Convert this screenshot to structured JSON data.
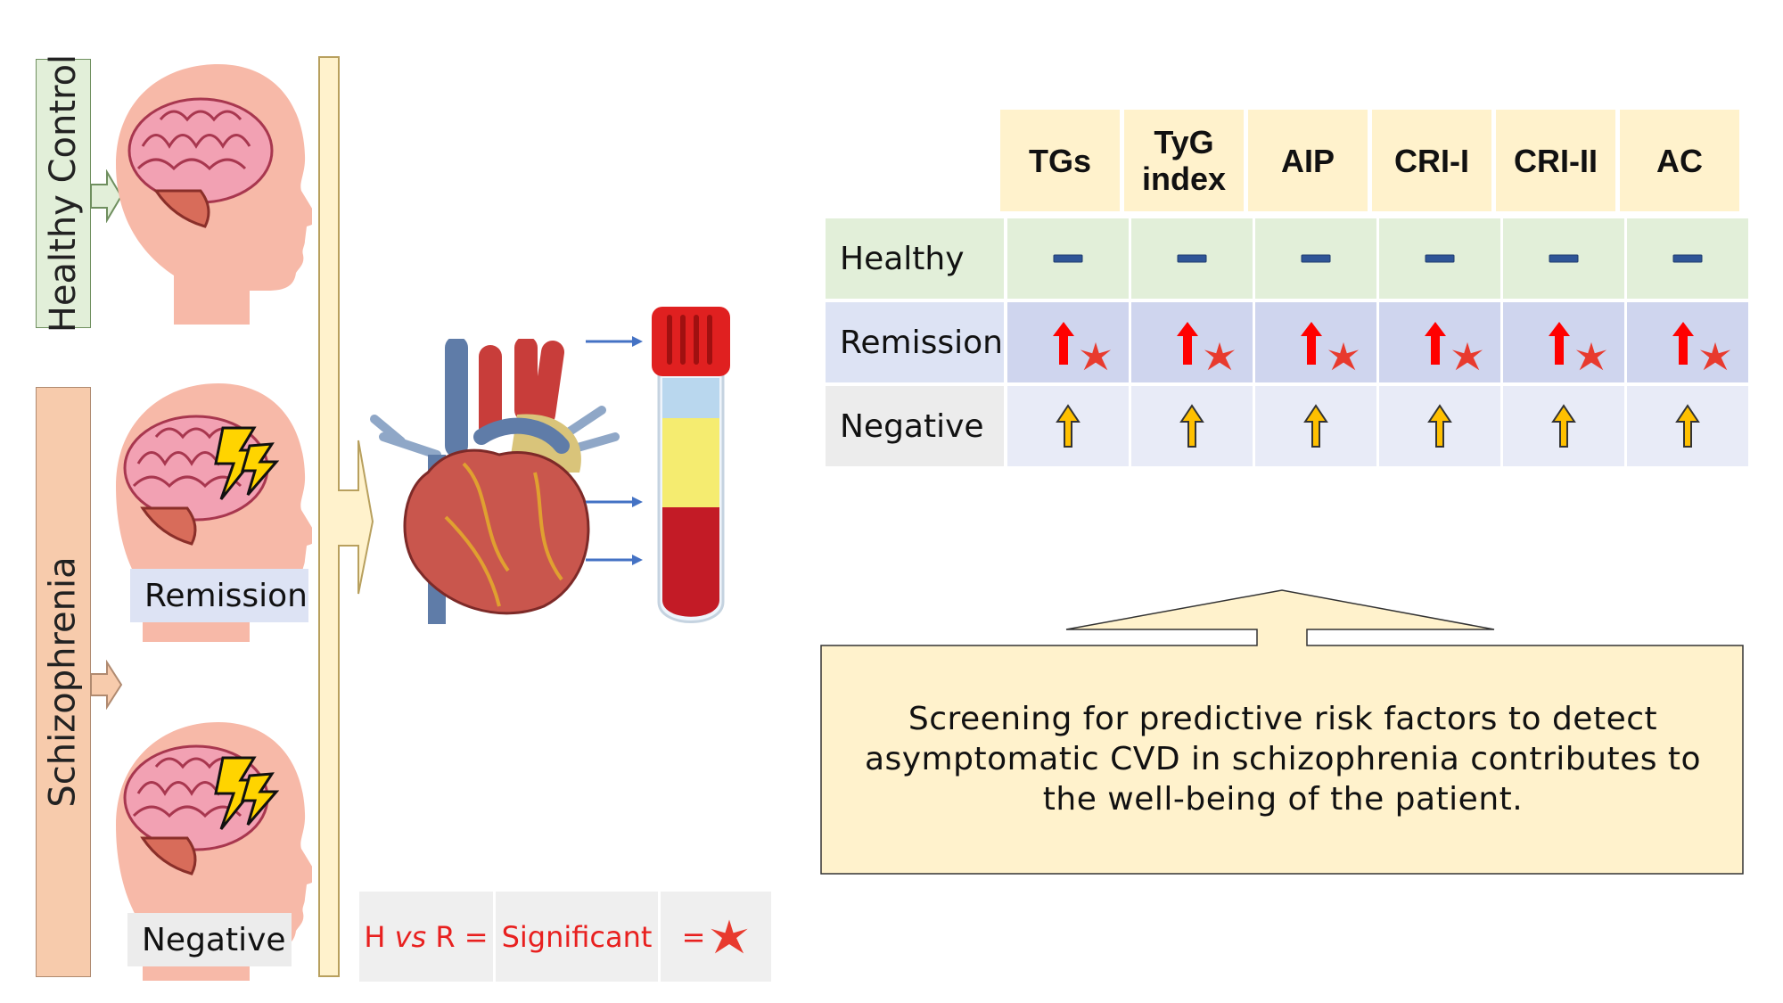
{
  "groups": {
    "healthy_label": "Healthy Control",
    "schizophrenia_label": "Schizophrenia",
    "remission_label": "Remission",
    "negative_label": "Negative"
  },
  "matrix": {
    "columns": [
      "TGs",
      "TyG index",
      "AIP",
      "CRI-I",
      "CRI-II",
      "AC"
    ],
    "rows": [
      {
        "label": "Healthy",
        "marker": "dash",
        "significant": false
      },
      {
        "label": "Remission",
        "marker": "red-up-arrow",
        "significant": true
      },
      {
        "label": "Negative",
        "marker": "yellow-up-arrow",
        "significant": false
      }
    ]
  },
  "legend": {
    "comparison": "H vs R =",
    "significant": "Significant",
    "equals": "="
  },
  "callout": {
    "text": "Screening for predictive risk factors to detect asymptomatic CVD in schizophrenia contributes to the well-being of the patient."
  },
  "colors": {
    "healthy_bg": "#e2efd9",
    "remission_bg": "#cfd5ee",
    "negative_bg": "#e8ebf7",
    "header_bg": "#fff2cc",
    "callout_bg": "#fff2cc",
    "red_arrow": "#ff0000",
    "yellow_arrow": "#ffc000",
    "dash": "#2f5597",
    "star": "#e83a2e"
  }
}
